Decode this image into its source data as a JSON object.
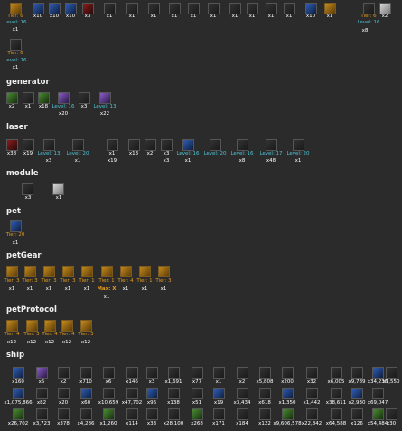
{
  "sections": {
    "generator": "generator",
    "laser": "laser",
    "module": "module",
    "pet": "pet",
    "petGear": "petGear",
    "petProtocol": "petProtocol",
    "ship": "ship"
  },
  "top_row1": [
    "Tier: 6",
    "x10",
    "x10",
    "x10",
    "x3",
    "x1",
    "x1",
    "x1",
    "x1",
    "x1",
    "x1",
    "x1",
    "x1",
    "x1",
    "x1",
    "x10",
    "x1",
    "Tier: 6",
    "x2"
  ],
  "top_row1_extra": {
    "level_first": "Level: 16",
    "x1_first": "x1",
    "level_right": "Level: 16",
    "x8_right": "x8"
  },
  "top_row2": {
    "tier": "Tier: 6",
    "level": "Level: 16",
    "count": "x1"
  },
  "generator": {
    "row1": [
      "x2",
      "x1",
      "x18",
      "Level: 16",
      "x3",
      "Level: 13"
    ],
    "row2": [
      "x20",
      "x22"
    ]
  },
  "laser": {
    "row1": [
      "x38",
      "x19",
      "Level: 13",
      "Level: 20",
      "x1",
      "x13",
      "x2",
      "x3",
      "Level: 16",
      "Level: 20",
      "Level: 16",
      "Level: 17",
      "Level: 20"
    ],
    "row2": [
      "x3",
      "x1",
      "x19",
      "x3",
      "x1",
      "x8",
      "x48",
      "x1"
    ]
  },
  "module": {
    "counts": [
      "x3",
      "x1"
    ]
  },
  "pet": {
    "tier": "Tier: 20",
    "count": "x1"
  },
  "petGear": {
    "row1": [
      "Tier: 3",
      "Tier: 3",
      "Tier: 3",
      "Tier: 3",
      "Tier: 1",
      "Tier: 1",
      "Tier: 4",
      "Tier: 1",
      "Tier: 3"
    ],
    "row2": [
      "x1",
      "x1",
      "x1",
      "x1",
      "x1",
      "Max: X",
      "x1",
      "x1",
      "x1"
    ],
    "row3": "x1"
  },
  "petProtocol": {
    "row1": [
      "Tier: 4",
      "Tier: 3",
      "Tier: 4",
      "Tier: 4",
      "Tier: 3"
    ],
    "row2": [
      "x12",
      "x12",
      "x12",
      "x12",
      "x12"
    ]
  },
  "ship": {
    "row1": [
      "x160",
      "x5",
      "x2",
      "x710",
      "x6",
      "x146",
      "x3",
      "x1,691",
      "x77",
      "x1",
      "x2",
      "x5,808",
      "x200",
      "x32",
      "x6,005",
      "x9,789",
      "x34,230",
      "x9,550"
    ],
    "row2": [
      "x1,075,866",
      "x82",
      "x20",
      "x60",
      "x10,659",
      "x47,702",
      "x96",
      "x138",
      "x51",
      "x19",
      "x3,434",
      "x618",
      "x1,350",
      "x1,442",
      "x38,611",
      "x2,930",
      "x69,047"
    ],
    "row3": [
      "x26,702",
      "x3,723",
      "x378",
      "x4,286",
      "x1,260",
      "x114",
      "x33",
      "x28,100",
      "x268",
      "x171",
      "x184",
      "x122",
      "x9,606,578",
      "x22,842",
      "x64,588",
      "x126",
      "x54,484",
      "x30"
    ]
  }
}
